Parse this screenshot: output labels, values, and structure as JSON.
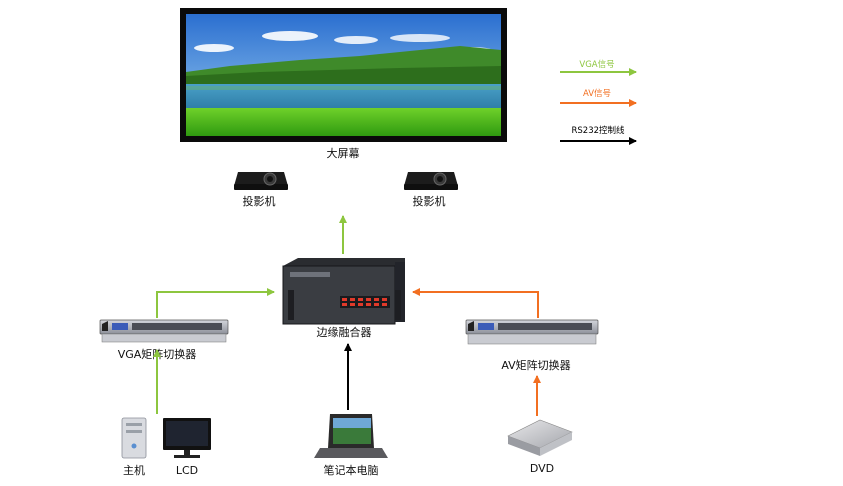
{
  "nodes": {
    "screen": "大屏幕",
    "projector_left": "投影机",
    "projector_right": "投影机",
    "blender": "边缘融合器",
    "vga_switch": "VGA矩阵切换器",
    "av_switch": "AV矩阵切换器",
    "host": "主机",
    "lcd": "LCD",
    "laptop": "笔记本电脑",
    "dvd": "DVD"
  },
  "legend": {
    "vga": {
      "label": "VGA信号",
      "color": "#8dc63f"
    },
    "av": {
      "label": "AV信号",
      "color": "#f26f21"
    },
    "rs232": {
      "label": "RS232控制线",
      "color": "#000000"
    }
  },
  "colors": {
    "vga": "#8dc63f",
    "av": "#f26f21",
    "control": "#000000"
  }
}
